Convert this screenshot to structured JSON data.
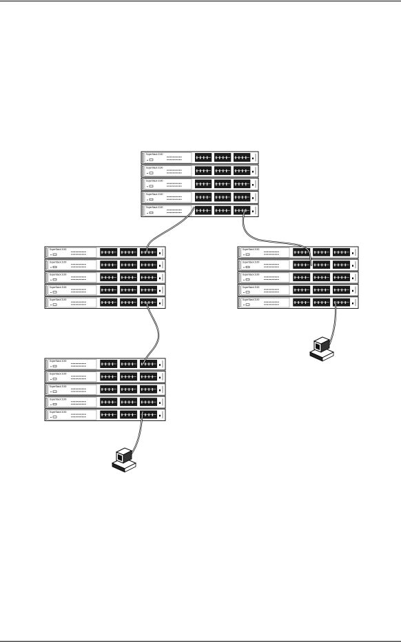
{
  "diagram": {
    "unit_label": "SuperStack 3100",
    "stacks": [
      {
        "id": "top-stack",
        "units": 5
      },
      {
        "id": "left-stack",
        "units": 5
      },
      {
        "id": "right-stack",
        "units": 5
      },
      {
        "id": "bottom-left-stack",
        "units": 5
      }
    ],
    "workstations": [
      "right-workstation",
      "bottom-workstation"
    ],
    "colors": {
      "line": "#000000",
      "module": "#1a1a1a",
      "chassis": "#ffffff"
    }
  }
}
